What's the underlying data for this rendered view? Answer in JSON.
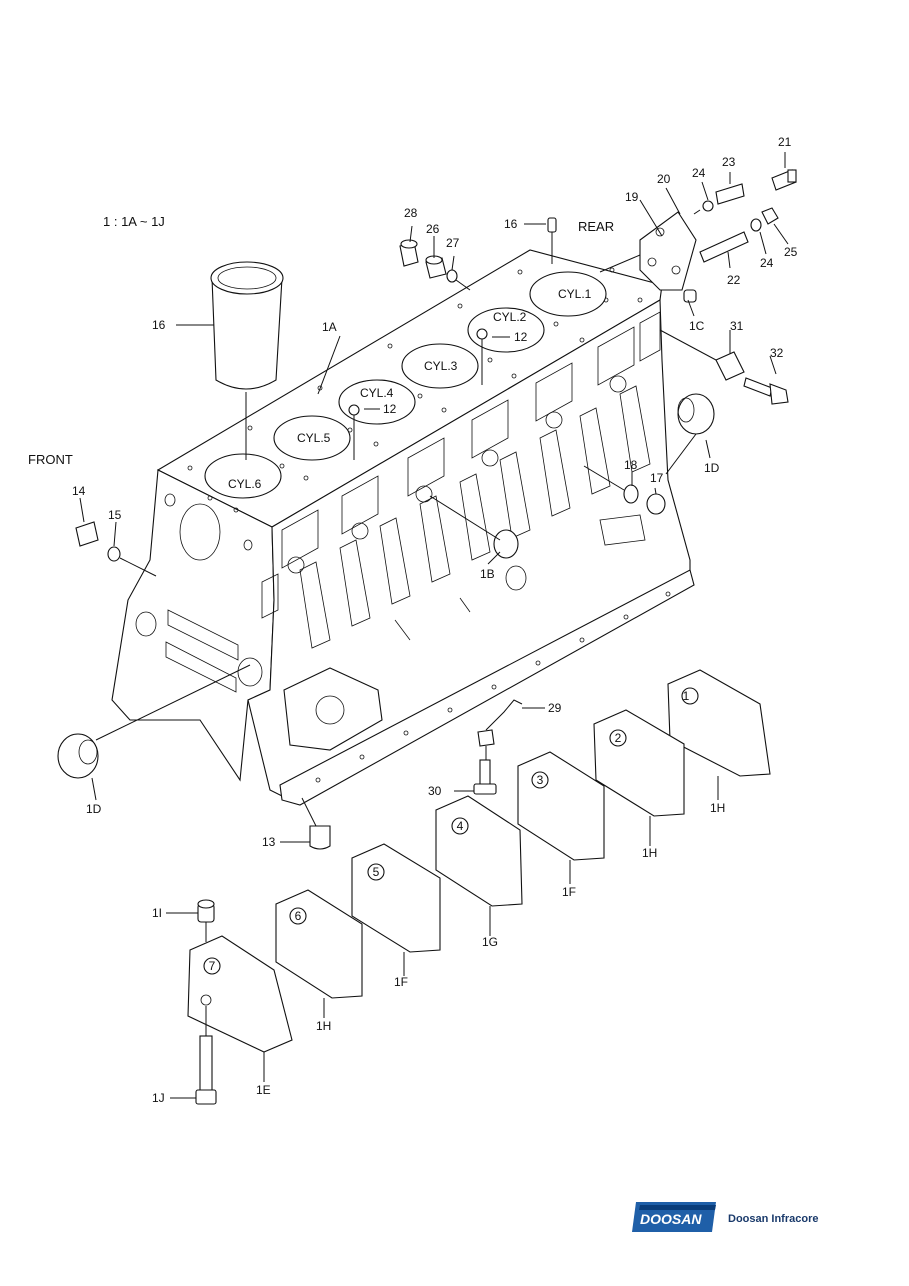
{
  "header": {
    "scope_note": "1 : 1A ~ 1J",
    "front_label": "FRONT",
    "rear_label": "REAR"
  },
  "cylinders": [
    "CYL.1",
    "CYL.2",
    "CYL.3",
    "CYL.4",
    "CYL.5",
    "CYL.6"
  ],
  "callouts": {
    "c1A": "1A",
    "c1B": "1B",
    "c1C": "1C",
    "c1D_right": "1D",
    "c1D_left": "1D",
    "c1E": "1E",
    "c1F_a": "1F",
    "c1F_b": "1F",
    "c1G": "1G",
    "c1H_a": "1H",
    "c1H_b": "1H",
    "c1H_c": "1H",
    "c1I": "1I",
    "c1J": "1J",
    "c12_a": "12",
    "c12_b": "12",
    "c13": "13",
    "c14": "14",
    "c15": "15",
    "c16_top": "16",
    "c16_liner": "16",
    "c17": "17",
    "c18": "18",
    "c19": "19",
    "c20": "20",
    "c21": "21",
    "c22": "22",
    "c23": "23",
    "c24_a": "24",
    "c24_b": "24",
    "c25": "25",
    "c26": "26",
    "c27": "27",
    "c28": "28",
    "c29": "29",
    "c30": "30",
    "c31": "31",
    "c32": "32"
  },
  "bearing_cap_numbers": [
    "1",
    "2",
    "3",
    "4",
    "5",
    "6",
    "7"
  ],
  "brand": {
    "logo_text": "DOOSAN",
    "company": "Doosan Infracore",
    "logo_color": "#1f5fa8",
    "logo_accent": "#0a3d7a"
  }
}
